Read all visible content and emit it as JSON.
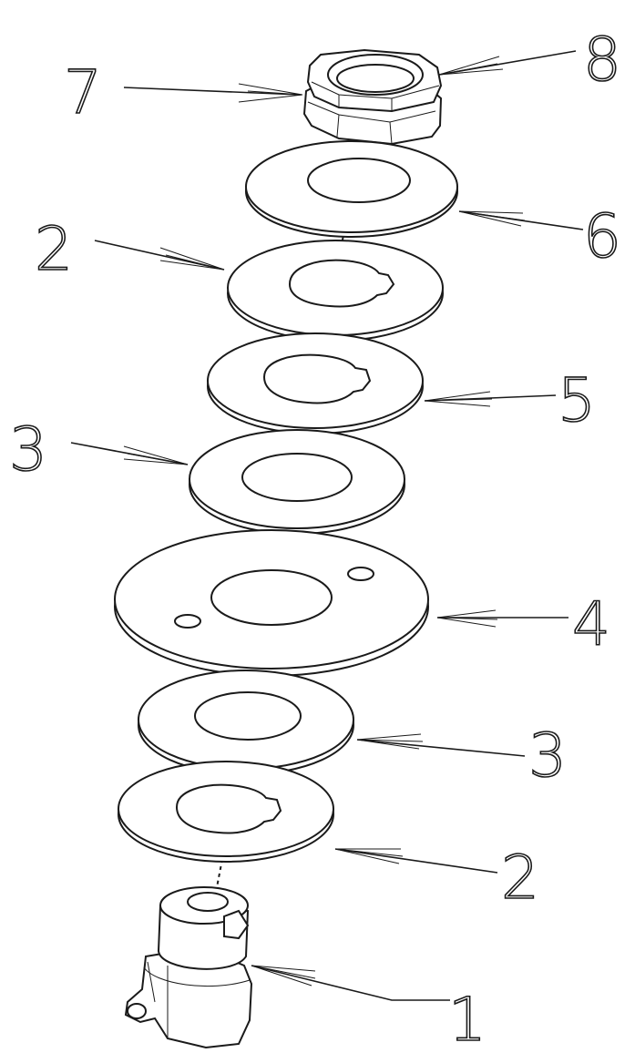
{
  "callouts": {
    "n1": "1",
    "n2_upper": "2",
    "n2_lower": "2",
    "n3_upper": "3",
    "n3_lower": "3",
    "n4": "4",
    "n5": "5",
    "n6": "6",
    "n7": "7",
    "n8": "8"
  }
}
